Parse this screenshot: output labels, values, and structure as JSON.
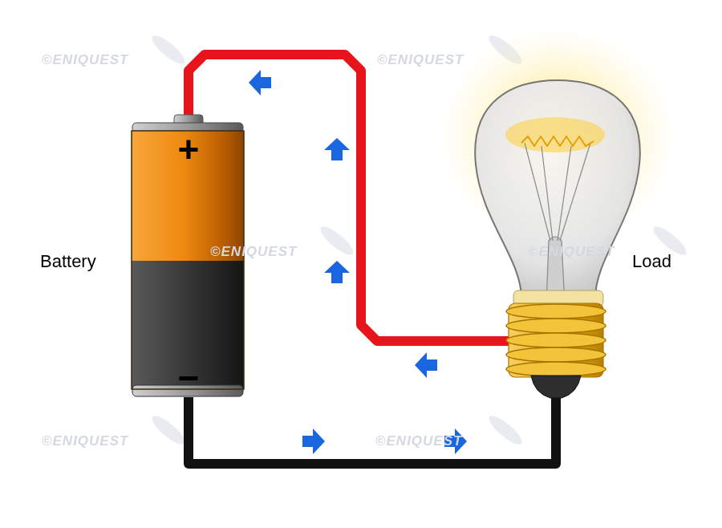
{
  "diagram": {
    "nodes": [
      {
        "text": [
          "+",
          "−",
          "Battery"
        ]
      },
      {
        "text": [
          "Load"
        ]
      }
    ],
    "edges": [
      {
        "from": 0,
        "to": 1,
        "arrow": "none"
      },
      {
        "from": 1,
        "to": 0,
        "arrow": "none"
      }
    ],
    "labels": [
      "©ENIQUEST",
      "©ENIQUEST",
      "©ENIQUEST",
      "©ENIQUEST",
      "©ENIQUEST",
      "©ENIQUEST"
    ]
  }
}
